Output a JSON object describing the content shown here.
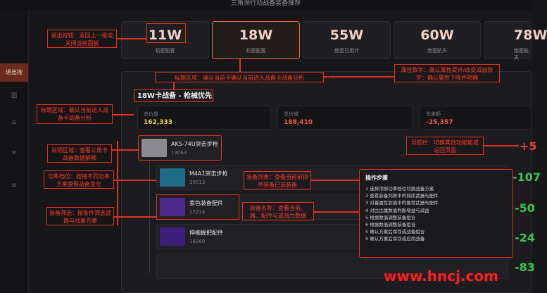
{
  "header": {
    "title": "三角洲行动战备装备推荐"
  },
  "sidebar": {
    "active_label": "退出按",
    "icons": [
      "chart-icon",
      "home-icon",
      "close-icon",
      "menu-icon"
    ]
  },
  "tabs": [
    {
      "value": "11W",
      "label": "机密配置"
    },
    {
      "value": "18W",
      "label": "机密配置"
    },
    {
      "value": "55W",
      "label": "绝密已用计"
    },
    {
      "value": "60W",
      "label": "绝密航天"
    },
    {
      "value": "78W",
      "label": "绝密航天"
    }
  ],
  "panel": {
    "title": "18W卡战备 - 枪械优先",
    "stats": [
      {
        "caption": "总价值",
        "value": "162,333",
        "color": "#f0d23c"
      },
      {
        "caption": "总价值",
        "value": "188,410",
        "color": "#ee5d4a"
      },
      {
        "caption": "总差额",
        "value": "-25,357",
        "color": "#ee5d4a"
      }
    ]
  },
  "items": [
    {
      "name": "AKS-74U突击步枪",
      "sub": "13063",
      "delta": "+5",
      "delta_color": "#e2452f",
      "thumb": "#8a8a90"
    },
    {
      "name": "M4A1突击步枪",
      "sub": "39513",
      "delta": "-107",
      "delta_color": "#3cc44f",
      "thumb": "#1f6b8a"
    },
    {
      "name": "紫色装备配件",
      "sub": "27214",
      "delta": "-50",
      "delta_color": "#3cc44f",
      "thumb": "#4e2a8a"
    },
    {
      "name": "伸缩握把配件",
      "sub": "19260",
      "delta": "-24",
      "delta_color": "#3cc44f",
      "thumb": "#3b1f7a"
    },
    {
      "name": "",
      "sub": "",
      "delta": "-83",
      "delta_color": "#3cc44f",
      "thumb": ""
    }
  ],
  "annotations": {
    "back_button": "退出按钮：返回上一级或关闭当前面板",
    "title_area": "标题区域：确认当前卡确认当前进入战备卡战备分析",
    "stats_numbers": "属性数字：确认属性提升/改变减益数字：确认属性下降并明确",
    "title_area_left": "标题区域：确认当前进入战备卡战备分析",
    "desc_area": "说明区域：查看三角卡战备数据解释",
    "function_tag": "功率档位：按接不同功率方案查看战备变化",
    "navbar": "导航栏：切换其他功能能或返回页面",
    "equip_list": "装备列表：查看当前前排序装备已选装备",
    "equip_name": "装备名称：查看当前、器、配件与或战力数据",
    "equip_filter": "装备筛选：按条件筛选武器与战备方案"
  },
  "steps": {
    "title": "操作步骤",
    "items": [
      "1  选择顶部功率档位切换战备方案",
      "2  查看装备列表中的排序武器与配件",
      "3  对着属性到值中的推荐武器与配件",
      "4  对比比属数值判断增益与减益",
      "5  根据数值调整装备组合",
      "6  根据数值调整装备组合",
      "5  确认方案后保存或战备组合",
      "5  确认方案后保存或应用战备"
    ]
  },
  "watermark": "www.hncj.com"
}
